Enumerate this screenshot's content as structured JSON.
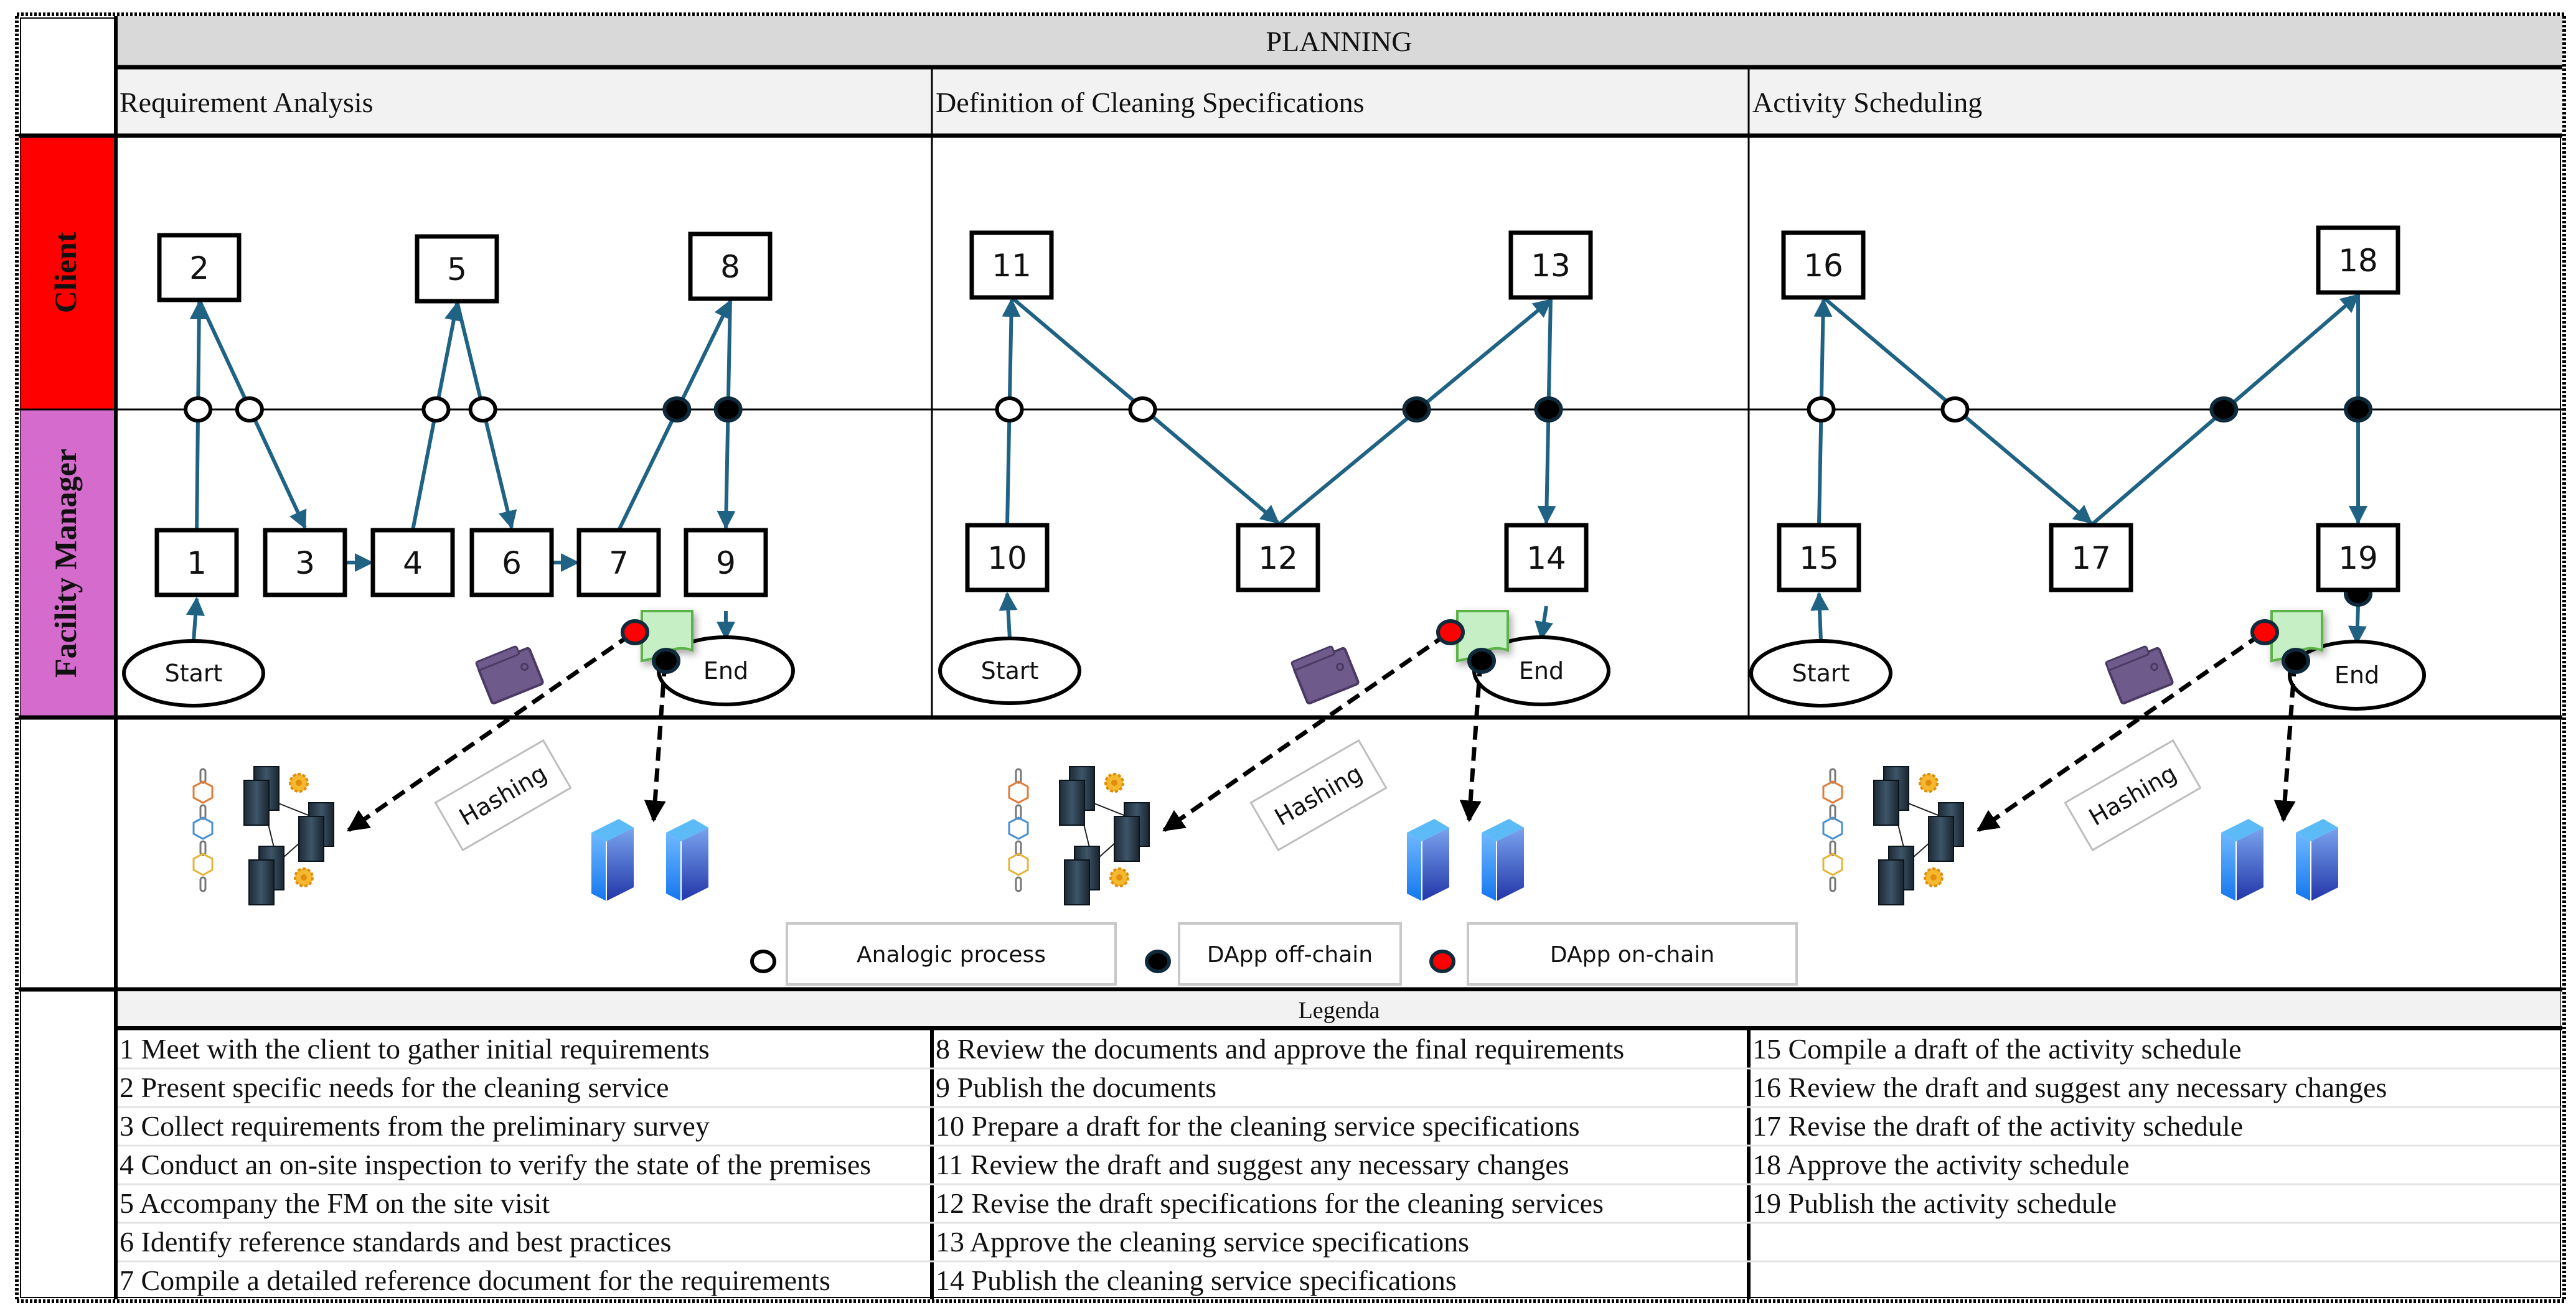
{
  "title": "PLANNING",
  "phases": [
    {
      "label": "Requirement Analysis"
    },
    {
      "label": "Definition of Cleaning Specifications"
    },
    {
      "label": "Activity Scheduling"
    }
  ],
  "lanes": [
    {
      "label": "Client",
      "color": "#ff0000"
    },
    {
      "label": "Facility Manager",
      "color": "#d56bcd"
    }
  ],
  "colors": {
    "flow": "#1f6284",
    "header_dark": "#d9d9d9",
    "header_light": "#f2f2f2",
    "on_chain": "#ff0000",
    "off_chain": "#000000",
    "document_fill": "#c6efc6",
    "document_stroke": "#5db34a",
    "wallet": "#6f5a8c"
  },
  "terminals": {
    "start": "Start",
    "end": "End"
  },
  "hashing_label": "Hashing",
  "diagram": {
    "nodes": [
      {
        "id": "1",
        "lane": "Facility Manager"
      },
      {
        "id": "2",
        "lane": "Client"
      },
      {
        "id": "3",
        "lane": "Facility Manager"
      },
      {
        "id": "4",
        "lane": "Facility Manager"
      },
      {
        "id": "5",
        "lane": "Client"
      },
      {
        "id": "6",
        "lane": "Facility Manager"
      },
      {
        "id": "7",
        "lane": "Facility Manager"
      },
      {
        "id": "8",
        "lane": "Client"
      },
      {
        "id": "9",
        "lane": "Facility Manager"
      },
      {
        "id": "10",
        "lane": "Facility Manager"
      },
      {
        "id": "11",
        "lane": "Client"
      },
      {
        "id": "12",
        "lane": "Facility Manager"
      },
      {
        "id": "13",
        "lane": "Client"
      },
      {
        "id": "14",
        "lane": "Facility Manager"
      },
      {
        "id": "15",
        "lane": "Facility Manager"
      },
      {
        "id": "16",
        "lane": "Client"
      },
      {
        "id": "17",
        "lane": "Facility Manager"
      },
      {
        "id": "18",
        "lane": "Client"
      },
      {
        "id": "19",
        "lane": "Facility Manager"
      }
    ],
    "edges": [
      {
        "from": "Start",
        "to": "1",
        "phase": 0
      },
      {
        "from": "1",
        "to": "2",
        "handoff": "analogic"
      },
      {
        "from": "2",
        "to": "3",
        "handoff": "analogic"
      },
      {
        "from": "3",
        "to": "4"
      },
      {
        "from": "4",
        "to": "5",
        "handoff": "analogic"
      },
      {
        "from": "5",
        "to": "6",
        "handoff": "analogic"
      },
      {
        "from": "6",
        "to": "7"
      },
      {
        "from": "7",
        "to": "8",
        "handoff": "off-chain"
      },
      {
        "from": "8",
        "to": "9",
        "handoff": "off-chain"
      },
      {
        "from": "9",
        "to": "End",
        "phase": 0
      },
      {
        "from": "Start",
        "to": "10",
        "phase": 1
      },
      {
        "from": "10",
        "to": "11",
        "handoff": "analogic"
      },
      {
        "from": "11",
        "to": "12",
        "handoff": "analogic"
      },
      {
        "from": "12",
        "to": "13",
        "handoff": "off-chain"
      },
      {
        "from": "13",
        "to": "14",
        "handoff": "off-chain"
      },
      {
        "from": "14",
        "to": "End",
        "phase": 1
      },
      {
        "from": "Start",
        "to": "15",
        "phase": 2
      },
      {
        "from": "15",
        "to": "16",
        "handoff": "analogic"
      },
      {
        "from": "16",
        "to": "17",
        "handoff": "analogic"
      },
      {
        "from": "17",
        "to": "18",
        "handoff": "off-chain"
      },
      {
        "from": "18",
        "to": "19",
        "handoff": "off-chain"
      },
      {
        "from": "19",
        "to": "End",
        "phase": 2,
        "handoff": "off-chain"
      }
    ]
  },
  "key": [
    {
      "marker": "analogic",
      "label": "Analogic process"
    },
    {
      "marker": "off-chain",
      "label": "DApp off-chain"
    },
    {
      "marker": "on-chain",
      "label": "DApp on-chain"
    }
  ],
  "legend": {
    "header": "Legenda",
    "columns": [
      [
        "1 Meet with the client to gather initial requirements",
        "2 Present specific needs for the cleaning service",
        "3 Collect requirements from the preliminary survey",
        "4 Conduct an on-site inspection to verify the state of the premises",
        "5 Accompany the FM on the site visit",
        "6 Identify reference standards and best practices",
        "7 Compile a detailed reference document for the requirements"
      ],
      [
        "8 Review the documents and approve the final requirements",
        "9 Publish the documents",
        "10 Prepare a draft for the cleaning service specifications",
        "11 Review the draft and suggest any necessary changes",
        "12 Revise the draft specifications for the cleaning services",
        "13 Approve the cleaning service specifications",
        "14 Publish the cleaning service specifications"
      ],
      [
        "15 Compile a draft of the activity schedule",
        "16 Review the draft and suggest any necessary changes",
        "17 Revise the draft of the activity schedule",
        "18 Approve the activity schedule",
        "19 Publish the activity schedule",
        "",
        ""
      ]
    ]
  }
}
